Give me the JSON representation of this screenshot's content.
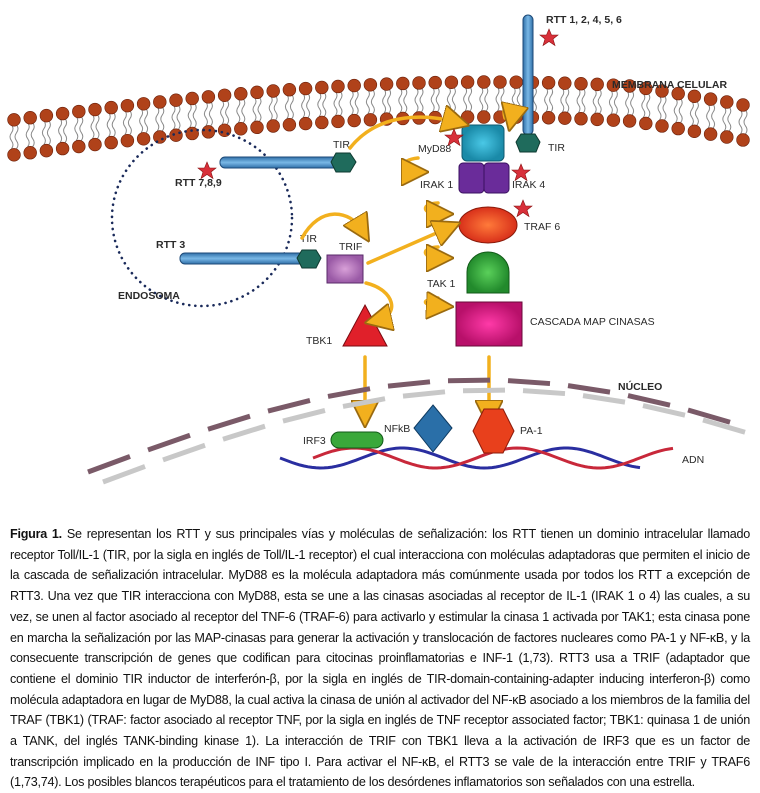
{
  "diagram": {
    "labels": {
      "receptor_top": "RTT 1, 2, 4, 5, 6",
      "membrane": "MEMBRANA CELULAR",
      "tir_right": "TIR",
      "tir_endo_upper": "TIR",
      "tir_endo_lower": "TIR",
      "myd88": "MyD88",
      "irak1": "IRAK 1",
      "irak4": "IRAK 4",
      "traf6": "TRAF 6",
      "rtt789": "RTT 7,8,9",
      "rtt3": "RTT 3",
      "trif": "TRIF",
      "endosome": "ENDOSOMA",
      "tak1": "TAK 1",
      "map_cascade": "CASCADA  MAP CINASAS",
      "tbk1": "TBK1",
      "nucleus": "NÚCLEO",
      "irf3": "IRF3",
      "nfkb": "NFkB",
      "pa1": "PA-1",
      "dna": "ADN"
    },
    "colors": {
      "receptor": "#4a8fc8",
      "tir": "#1f6b5c",
      "myd88": "#29a9c9",
      "irak": "#6a2c9a",
      "traf6": "#e8401c",
      "tak1": "#2ea43a",
      "trif": "#b071b8",
      "map": "#d9177a",
      "tbk1": "#e0202a",
      "irf3": "#3aa83a",
      "nfkb": "#2a6fa8",
      "pa1": "#e8401c",
      "arrow": "#f2b01e",
      "star": "#d8303a",
      "lipid_head": "#b0421a",
      "dna_blue": "#2a2ea0",
      "dna_red": "#c8283a",
      "nuc_dark": "#7a5a68",
      "nuc_light": "#c8c8c8"
    }
  },
  "caption": {
    "figure_label": "Figura 1.",
    "text": " Se representan los RTT y sus principales vías y moléculas de señalización: los RTT tienen un dominio intracelular llamado receptor Toll/IL-1 (TIR, por la sigla en inglés de Toll/IL-1 receptor) el cual interacciona con moléculas adaptadoras que permiten el inicio de la cascada de señalización intracelular. MyD88 es la molécula adaptadora más comúnmente usada por todos los RTT a excepción de RTT3. Una vez que TIR interacciona con MyD88, esta se une a las cinasas asociadas al receptor de IL-1 (IRAK 1 o 4) las cuales, a su vez, se unen al factor asociado al receptor del TNF-6 (TRAF-6) para activarlo y estimular la cinasa 1 activada por TAK1; esta cinasa pone en marcha la señalización por las MAP-cinasas para generar la activación y translocación de factores nucleares como PA-1 y NF-κB, y la consecuente transcripción de genes que codifican para citocinas proinflamatorias e INF-1 (1,73). RTT3 usa a TRIF (adaptador que contiene el dominio TIR inductor de interferón-β, por la sigla en inglés de TIR-domain-containing-adapter inducing interferon-β) como molécula adaptadora en lugar de MyD88, la cual activa la cinasa de unión al activador del NF-κB asociado a los miembros de la familia del TRAF (TBK1) (TRAF: factor asociado al receptor TNF, por la sigla en inglés de TNF receptor associated factor; TBK1: quinasa 1 de unión a TANK, del inglés TANK-binding kinase 1).  La interacción de TRIF con TBK1 lleva a la activación de IRF3 que es un factor de transcripción implicado en la producción de INF tipo I. Para activar el NF-κB, el RTT3 se vale de la interacción entre TRIF y TRAF6 (1,73,74). Los posibles blancos terapéuticos para el tratamiento de los desórdenes inflamatorios son señalados con una estrella."
  }
}
